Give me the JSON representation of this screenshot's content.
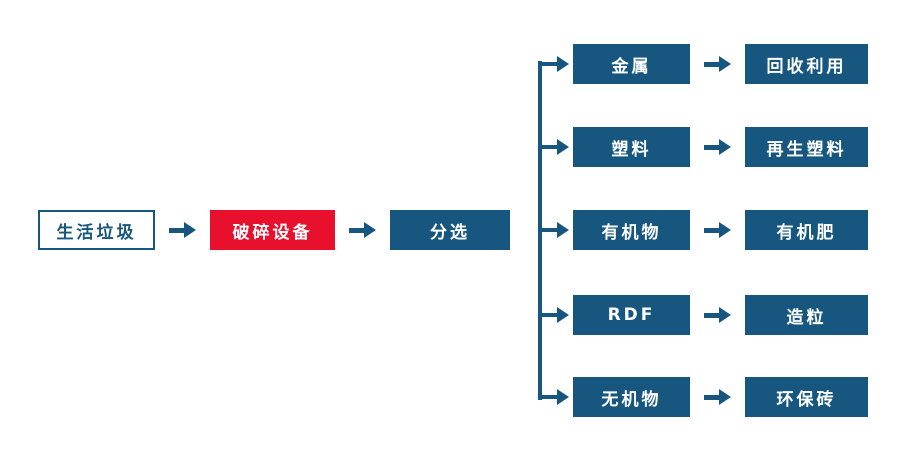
{
  "diagram": {
    "title_hint": "waste-sorting-process-flow",
    "source": "生活垃圾",
    "crusher": "破碎设备",
    "sorter": "分选",
    "branches": [
      {
        "material": "金属",
        "product": "回收利用"
      },
      {
        "material": "塑料",
        "product": "再生塑料"
      },
      {
        "material": "有机物",
        "product": "有机肥"
      },
      {
        "material": "RDF",
        "product": "造粒"
      },
      {
        "material": "无机物",
        "product": "环保砖"
      }
    ]
  },
  "colors": {
    "primary_blue": "#16567F",
    "accent_red": "#E8102D",
    "background": "#FFFFFF"
  }
}
